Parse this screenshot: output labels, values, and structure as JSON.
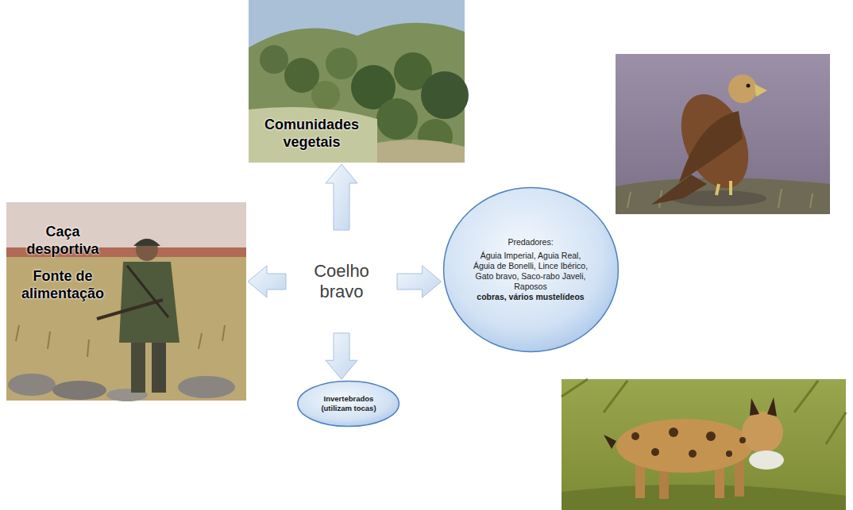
{
  "diagram": {
    "nodes": [
      {
        "text": [
          "Comunidades vegetais"
        ]
      },
      {
        "text": [
          "Caça desportiva",
          "Fonte de alimentação"
        ]
      },
      {
        "text": [
          "Coelho bravo"
        ]
      },
      {
        "text": [
          "Predadores:",
          "Águia Imperial, Aguia Real, Águia de Bonelli, Lince Ibérico, Gato bravo, Saco-rabo Javeli, Raposos",
          "cobras, vários mustelídeos"
        ]
      },
      {
        "text": [
          "Invertebrados (utilizam tocas)"
        ]
      }
    ],
    "edges": [
      {
        "from": 2,
        "to": 0,
        "arrow": "to"
      },
      {
        "from": 2,
        "to": 1,
        "arrow": "to"
      },
      {
        "from": 2,
        "to": 3,
        "arrow": "to"
      },
      {
        "from": 2,
        "to": 4,
        "arrow": "to"
      }
    ]
  }
}
